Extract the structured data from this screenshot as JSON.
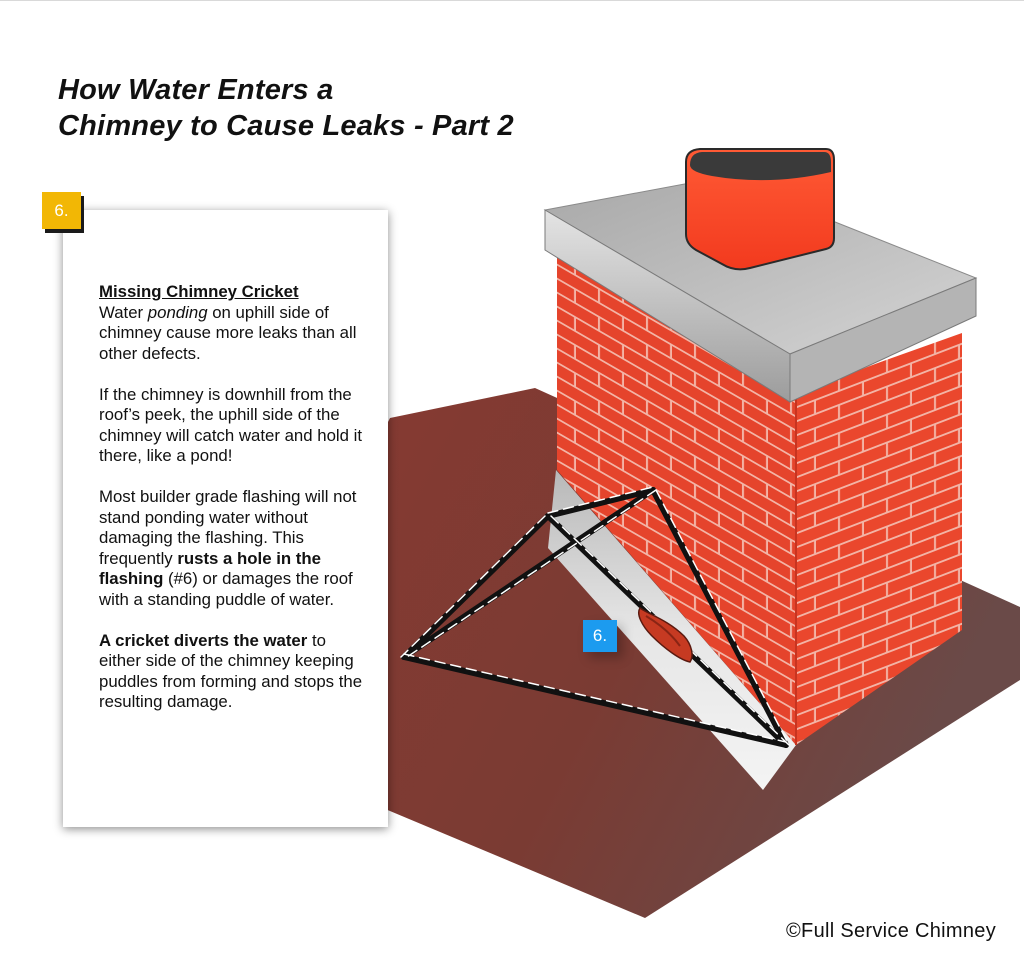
{
  "title": {
    "line1": "How Water Enters a",
    "line2": "Chimney to Cause Leaks - Part 2"
  },
  "card": {
    "badge": "6.",
    "heading": "Missing Chimney Cricket",
    "p1": {
      "a": "Water ",
      "em": "ponding",
      "b": " on uphill side of chimney cause more leaks than all other defects."
    },
    "p2": "If the chimney is downhill from the roof’s peek, the uphill side of the chimney will catch water and hold it there, like a pond!",
    "p3": {
      "a": "Most builder grade flashing will not stand ponding water without damaging the flashing. This frequently ",
      "strong": "rusts a hole in the flashing",
      "b": " (#6) or damages the roof with a standing puddle of water."
    },
    "p4": {
      "strong": "A cricket diverts the water",
      "b": " to either side of the chimney keeping puddles from forming and stops the resulting damage."
    }
  },
  "diagram": {
    "badge": "6.",
    "colors": {
      "roof": "#7a3b33",
      "brick": "#e8432c",
      "mortar": "#f2b3a6",
      "cap": "#c9c9c9",
      "flue": "#ff4a2a",
      "flashing": "#dcdcdc"
    },
    "icons": [
      "cricket-outline",
      "rust-hole-marker"
    ]
  },
  "copyright": "©Full Service Chimney"
}
